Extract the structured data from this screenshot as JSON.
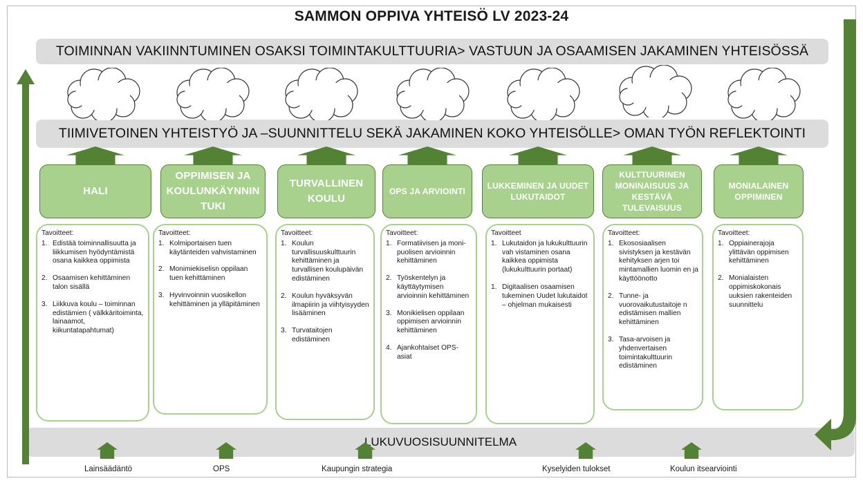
{
  "title": "SAMMON OPPIVA YHTEISÖ LV 2023-24",
  "top_band": "TOIMINNAN VAKIINNTUMINEN OSAKSI TOIMINTAKULTTUURIA> VASTUUN JA OSAAMISEN JAKAMINEN YHTEISÖSSÄ",
  "middle_band": "TIIMIVETOINEN YHTEISTYÖ JA –SUUNNITTELU SEKÄ JAKAMINEN KOKO YHTEISÖLLE> OMAN TYÖN REFLEKTOINTI",
  "bottom_band": "LUKUVUOSISUUNNITELMA",
  "colors": {
    "pillar_fill": "#a9d18e",
    "pillar_border": "#548235",
    "arrow": "#548235",
    "band": "#dcdcdc"
  },
  "pillars": [
    {
      "label": "HALI",
      "heading": "Tavoitteet:",
      "items": [
        {
          "num": "1.",
          "text": "Edistää toiminnallisuutta ja liikkumisen hyödyntämistä osana kaikkea oppimista"
        },
        {
          "num": "2.",
          "text": "Osaamisen kehittäminen talon sisällä"
        },
        {
          "num": "3.",
          "text": "Liikkuva koulu – toiminnan edistämien ( välkkäritoiminta, lainaamot, kiikuntatapahtumat)"
        }
      ]
    },
    {
      "label": "OPPIMISEN JA KOULUNKÄYNNIN TUKI",
      "heading": "Tavoitteet:",
      "items": [
        {
          "num": "1.",
          "text": "Kolmiportaisen tuen käytänteiden vahvistaminen"
        },
        {
          "num": "2.",
          "text": "Monimiekiselisn oppilaan tuen kehittäminen"
        },
        {
          "num": "3.",
          "text": "Hyvinvoinnin vuosikellon kehittäminen ja ylläpitäminen"
        }
      ]
    },
    {
      "label": "TURVALLINEN KOULU",
      "heading": "Tavoitteet:",
      "items": [
        {
          "num": "1.",
          "text": "Koulun turvallisuuskulttuurin kehittäminen ja turvallisen koulupäivän edistäminen"
        },
        {
          "num": "2.",
          "text": "Koulun hyväksyvän ilmapiirin ja viihtyisyyden lisääminen"
        },
        {
          "num": "3.",
          "text": "Turvataitojen edistäminen"
        }
      ]
    },
    {
      "label": "OPS JA ARVIOINTI",
      "heading": "Tavoitteet:",
      "items": [
        {
          "num": "1.",
          "text": "Formatiivisen ja moni-puolisen arvioinnin kehittäminen"
        },
        {
          "num": "2.",
          "text": "Työskentelyn ja käyttäytymisen arvioinnin kehittäminen"
        },
        {
          "num": "3.",
          "text": "Monikielisen oppilaan oppimisen arvioinnin kehittäminen"
        },
        {
          "num": "4.",
          "text": "Ajankohtaiset OPS-asiat"
        }
      ]
    },
    {
      "label": "LUKKEMINEN JA UUDET LUKUTAIDOT",
      "heading": "Tavoitteet",
      "items": [
        {
          "num": "1.",
          "text": "Lukutaidon ja lukukulttuurin vah vistaminen osana kaikkea oppimista (lukukulttuurin portaat)"
        },
        {
          "num": "1.",
          "text": "Digitaalisen osaamisen tukeminen Uudet lukutaidot – ohjelman mukaisesti"
        }
      ]
    },
    {
      "label": "KULTTUURINEN MONINAISUUS JA KESTÄVÄ TULEVAISUUS",
      "heading": "Tavoitteet:",
      "items": [
        {
          "num": "1.",
          "text": "Ekososiaalisen sivistyksen ja kestävän kehityksen arjen toi mintamallien luomin en ja käyttöönotto"
        },
        {
          "num": "2.",
          "text": "Tunne- ja vuorovaikutustaitoje n edistämisen mallien kehittäminen"
        },
        {
          "num": "3.",
          "text": "Tasa-arvoisen ja yhdenvertaisen toimintakulttuurin edistäminen"
        }
      ]
    },
    {
      "label": "MONIALAINEN OPPIMINEN",
      "heading": "Tavoitteet:",
      "items": [
        {
          "num": "1.",
          "text": "Oppiainerajoja ylittävän oppimisen kehittäminen"
        },
        {
          "num": "2.",
          "text": "Monialaisten oppimiskokonais uuksien rakenteiden suunnittelu"
        }
      ]
    }
  ],
  "sources": [
    "Lainsäädäntö",
    "OPS",
    "Kaupungin strategia",
    "Kyselyiden tulokset",
    "Koulun itsearviointi"
  ]
}
